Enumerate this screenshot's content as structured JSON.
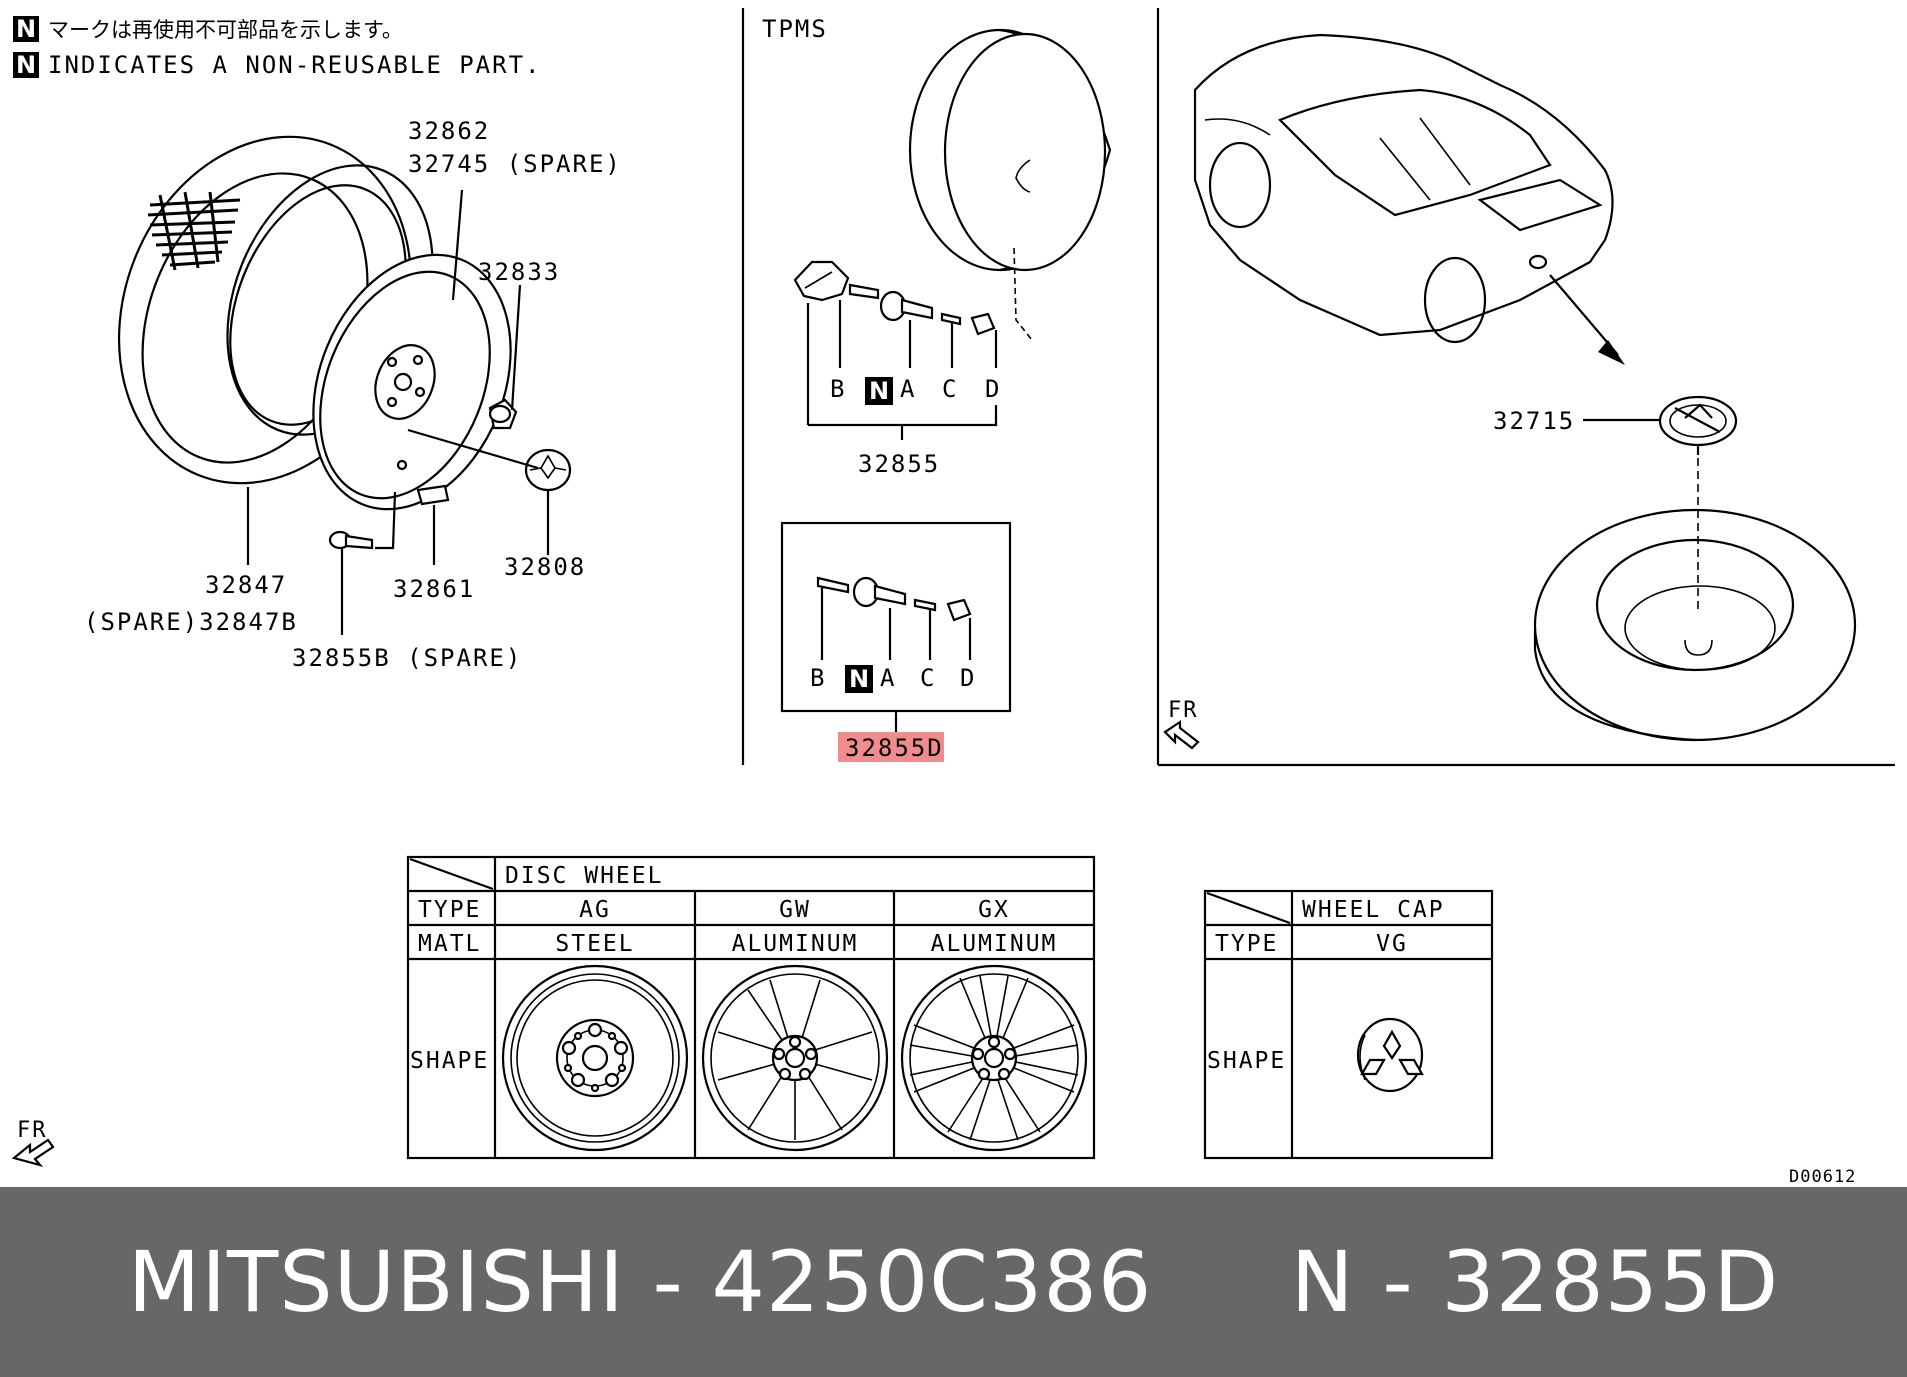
{
  "legend": {
    "mark": "N",
    "note_ja": "マークは再使用不可部品を示します。",
    "note_en": "INDICATES A NON-REUSABLE PART."
  },
  "tpms_title": "TPMS",
  "parts": {
    "p32862": "32862",
    "p32745": "32745 (SPARE)",
    "p32833": "32833",
    "p32808": "32808",
    "p32861": "32861",
    "p32847": "32847",
    "p32847b": "(SPARE)32847B",
    "p32855b": "32855B (SPARE)",
    "p32855": "32855",
    "p32855d": "32855D",
    "p32715": "32715"
  },
  "component_letters": {
    "b": "B",
    "n": "N",
    "a": "A",
    "c": "C",
    "d": "D"
  },
  "fr": "FR",
  "drawing_code": "D00612",
  "highlight_color": "#f08c8c",
  "disc_wheel_table": {
    "header": "DISC WHEEL",
    "row_labels": {
      "type": "TYPE",
      "matl": "MATL",
      "shape": "SHAPE"
    },
    "columns": [
      {
        "type": "AG",
        "matl": "STEEL"
      },
      {
        "type": "GW",
        "matl": "ALUMINUM"
      },
      {
        "type": "GX",
        "matl": "ALUMINUM"
      }
    ]
  },
  "wheel_cap_table": {
    "header": "WHEEL CAP",
    "row_labels": {
      "type": "TYPE",
      "shape": "SHAPE"
    },
    "columns": [
      {
        "type": "VG"
      }
    ]
  },
  "banner": {
    "brand": "MITSUBISHI",
    "separator": " - ",
    "part_number": "4250C386",
    "gap": "     ",
    "ref_prefix": "N",
    "ref_number": "32855D"
  }
}
